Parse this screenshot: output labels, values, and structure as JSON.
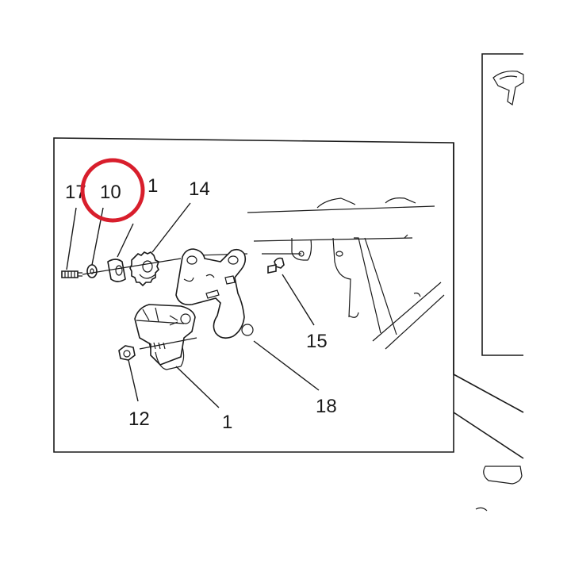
{
  "callouts": {
    "c17": "17",
    "c10": "10",
    "c1_top": "1",
    "c14": "14",
    "c15": "15",
    "c18": "18",
    "c12": "12",
    "c1_bottom": "1"
  },
  "highlight": {
    "color": "#d81e2c",
    "target": "10"
  },
  "colors": {
    "line": "#1a1a1a",
    "background": "#ffffff"
  }
}
